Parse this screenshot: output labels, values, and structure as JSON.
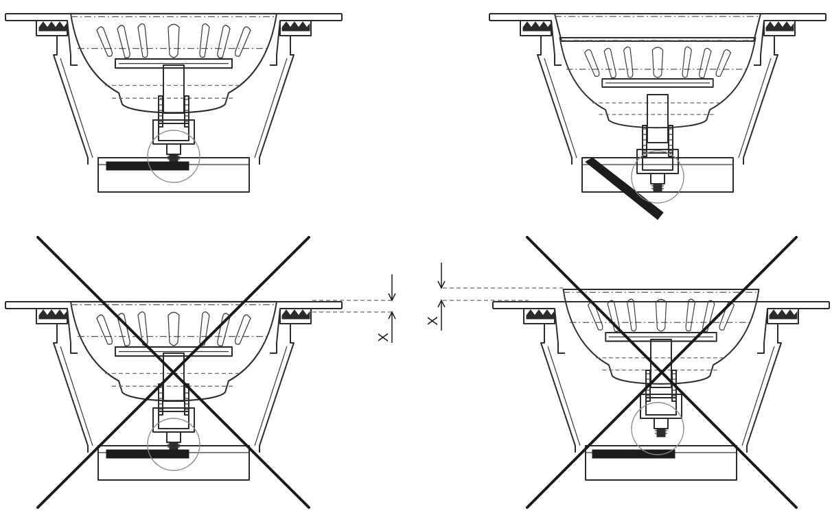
{
  "panels": [
    {
      "id": "top-left",
      "basket": "seated",
      "lever": "horizontal",
      "crossed": false
    },
    {
      "id": "top-right",
      "basket": "lowered",
      "lever": "tilted",
      "crossed": false
    },
    {
      "id": "bottom-left",
      "basket": "raised",
      "lever": "horizontal",
      "crossed": true,
      "dimension_label": "X"
    },
    {
      "id": "bottom-right",
      "basket": "raised-high",
      "lever": "horizontal",
      "crossed": true,
      "dimension_label": "X"
    }
  ],
  "colors": {
    "line": "#2b2b2b",
    "detail_circle": "#8a8a8a",
    "cross": "#1a1a1a"
  },
  "icons": [
    "sink-strainer-drawing",
    "detail-circle",
    "cross-mark",
    "dimension-arrow"
  ]
}
